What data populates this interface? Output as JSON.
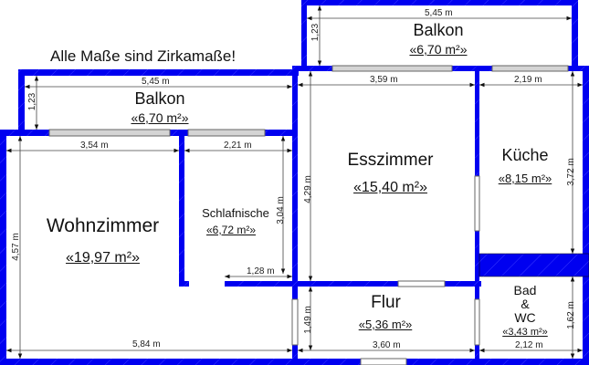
{
  "title": "Alle Maße sind Zirkamaße!",
  "colors": {
    "wall": "#0000f0",
    "window": "#c8c8c8",
    "dimension": "#333333",
    "background": "#ffffff"
  },
  "rooms": {
    "balkon_left": {
      "name": "Balkon",
      "area": "«6,70 m²»",
      "width": "5,45 m",
      "depth": "1,23"
    },
    "balkon_top": {
      "name": "Balkon",
      "area": "«6,70 m²»",
      "width": "5,45 m",
      "depth": "1,23"
    },
    "wohnzimmer": {
      "name": "Wohnzimmer",
      "area": "«19,97 m²»",
      "width_top": "3,54 m",
      "width_bottom": "5,84 m",
      "height": "4,57 m"
    },
    "schlafnische": {
      "name": "Schlafnische",
      "area": "«6,72 m²»",
      "width": "2,21 m",
      "height": "3,04 m",
      "opening": "1,28 m"
    },
    "esszimmer": {
      "name": "Esszimmer",
      "area": "«15,40 m²»",
      "width": "3,59 m",
      "height": "4,29 m"
    },
    "kueche": {
      "name": "Küche",
      "area": "«8,15 m²»",
      "width": "2,19 m",
      "height": "3,72 m"
    },
    "flur": {
      "name": "Flur",
      "area": "«5,36 m²»",
      "width": "3,60 m",
      "height": "1,49 m"
    },
    "bad": {
      "name_line1": "Bad",
      "name_line2": "&",
      "name_line3": "WC",
      "area": "«3,43 m²»",
      "width": "2,12 m",
      "height": "1,62 m"
    }
  }
}
